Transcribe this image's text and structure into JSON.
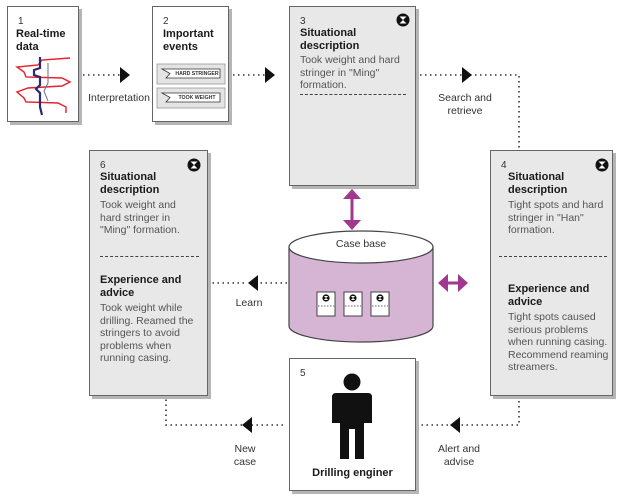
{
  "cards": {
    "c1": {
      "number": "1",
      "title": "Real-time data"
    },
    "c2": {
      "number": "2",
      "title": "Important events",
      "tag1": "HARD STRINGER",
      "tag2": "TOOK WEIGHT"
    },
    "c3": {
      "number": "3",
      "title": "Situational description",
      "text": "Took weight and hard stringer in \"Ming\" formation."
    },
    "c4": {
      "number": "4",
      "title": "Situational description",
      "text": "Tight spots and hard stringer in \"Han\" formation.",
      "title2": "Experience and advice",
      "text2": "Tight spots caused serious problems when running casing. Recommend reaming streamers."
    },
    "c5": {
      "number": "5",
      "title": "Drilling enginer"
    },
    "c6": {
      "number": "6",
      "title": "Situational description",
      "text": "Took weight and hard stringer in \"Ming\" formation.",
      "title2": "Experience and advice",
      "text2": "Took weight while drilling. Reamed the stringers to avoid problems when running casing."
    }
  },
  "case_base": {
    "label": "Case base"
  },
  "flow_labels": {
    "interpretation": "Interpretation",
    "search": "Search and retrieve",
    "learn": "Learn",
    "new_case": "New case",
    "alert": "Alert and advise"
  },
  "colors": {
    "accent": "#a2378f",
    "case_base_fill": "#d6b4d3",
    "card_fill": "#e8e8e8",
    "series_red": "#e8202a",
    "series_navy": "#2b2a6e"
  },
  "icons": [
    "hourglass-icon",
    "person-icon",
    "document-icon",
    "arrow-icon",
    "log-curve-icon"
  ]
}
